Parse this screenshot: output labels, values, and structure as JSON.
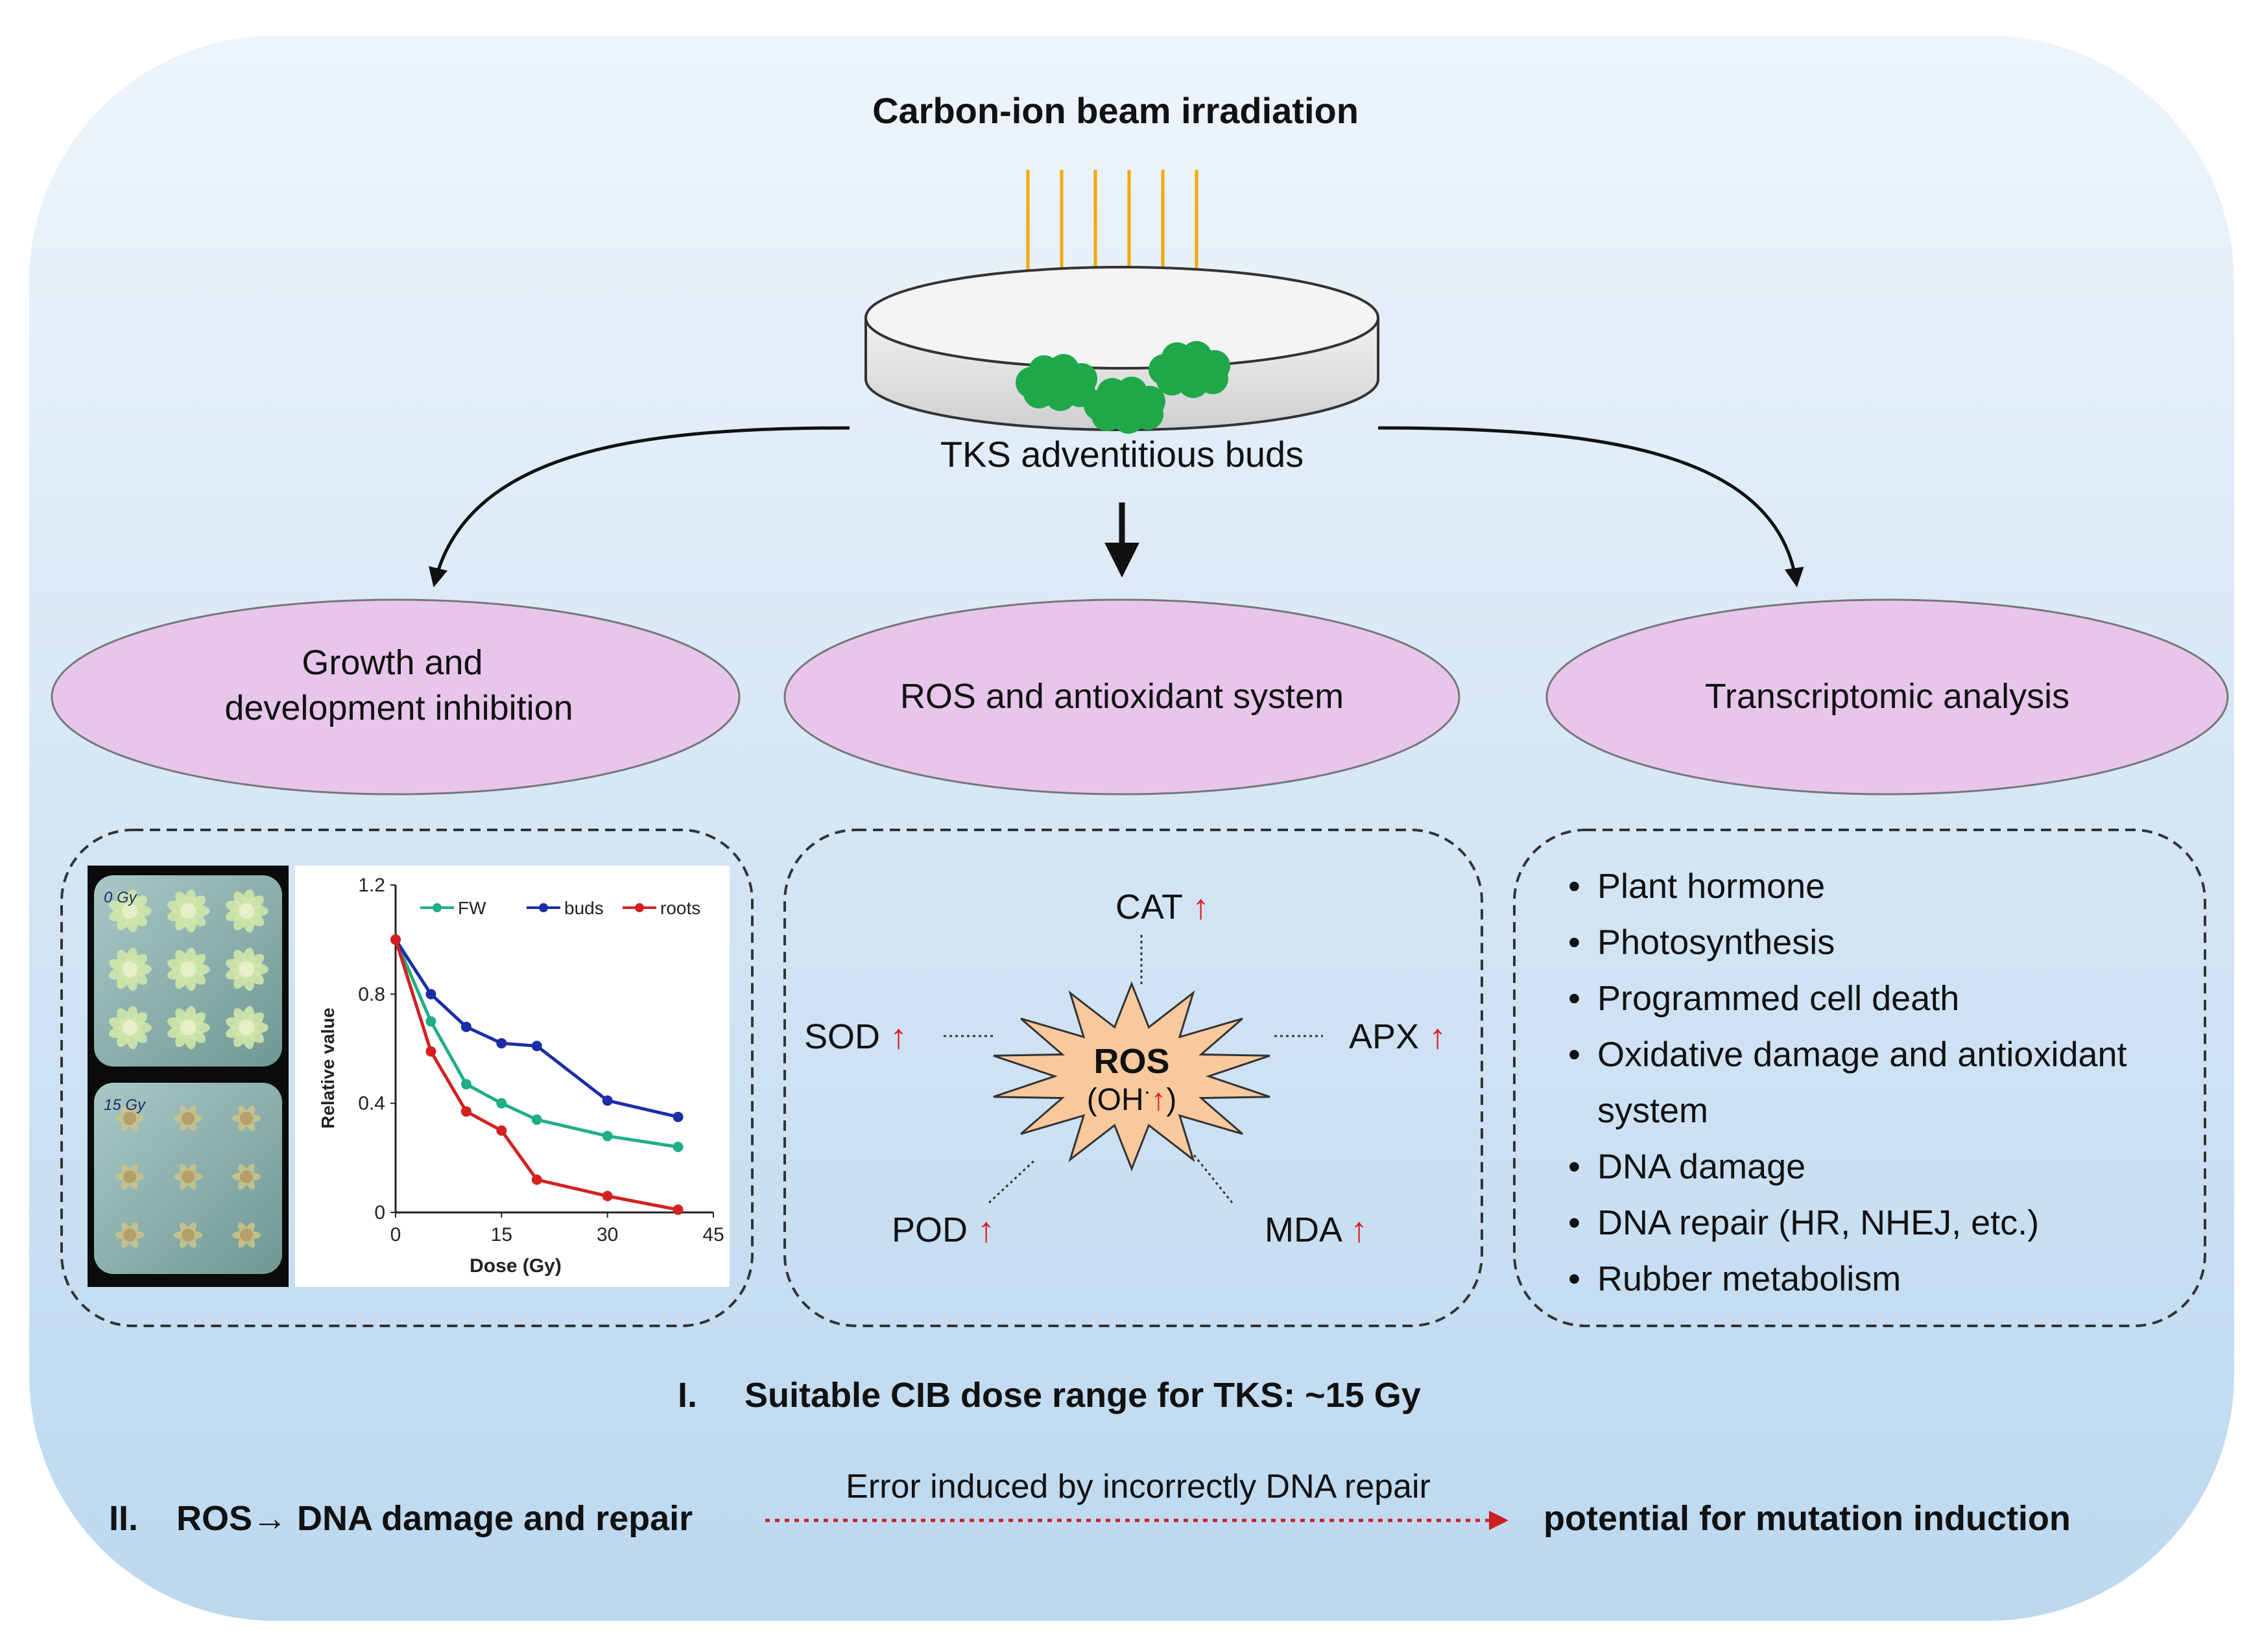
{
  "title": "Carbon-ion beam irradiation",
  "sample_label": "TKS adventitious buds",
  "branches": [
    {
      "label_lines": [
        "Growth and",
        "development inhibition"
      ]
    },
    {
      "label_lines": [
        "ROS and antioxidant system"
      ]
    },
    {
      "label_lines": [
        "Transcriptomic analysis"
      ]
    }
  ],
  "photos": {
    "top_label": "0 Gy",
    "bottom_label": "15 Gy"
  },
  "ros": {
    "center_label": "ROS",
    "center_sub_prefix": "(OH",
    "center_sub_dot": "·",
    "center_sub_suffix": ")",
    "up_arrow": "↑",
    "nodes": [
      {
        "id": "cat",
        "label": "CAT"
      },
      {
        "id": "sod",
        "label": "SOD"
      },
      {
        "id": "apx",
        "label": "APX"
      },
      {
        "id": "pod",
        "label": "POD"
      },
      {
        "id": "mda",
        "label": "MDA"
      }
    ]
  },
  "transcriptome": {
    "items": [
      [
        "Plant hormone"
      ],
      [
        "Photosynthesis"
      ],
      [
        "Programmed cell death"
      ],
      [
        "Oxidative damage and antioxidant",
        "system"
      ],
      [
        "DNA damage"
      ],
      [
        "DNA repair (HR, NHEJ, etc.)"
      ],
      [
        "Rubber metabolism"
      ]
    ]
  },
  "conclusions": {
    "c1_num": "I.",
    "c1_text": "Suitable CIB dose range for TKS: ~15 Gy",
    "c2_num": "II.",
    "c2_left": "ROS→ DNA damage and repair",
    "c2_mid": "Error induced by incorrectly DNA repair",
    "c2_right": "potential for mutation induction"
  },
  "colors": {
    "bg_top": "#eef4fb",
    "bg_bottom": "#bcd8ef",
    "ellipse": "#e8c6ec",
    "beam": "#f5a800",
    "bud": "#1fa84a",
    "up_arrow": "#e02020",
    "star": "#f8c99c",
    "dashed_arrow": "#cc2020",
    "fw": "#1fae88",
    "buds": "#1a2ea8",
    "roots": "#d42020"
  },
  "chart_data": {
    "type": "line",
    "x": [
      0,
      5,
      10,
      15,
      20,
      30,
      40
    ],
    "series": [
      {
        "name": "FW",
        "values": [
          1.0,
          0.7,
          0.47,
          0.4,
          0.34,
          0.28,
          0.24
        ]
      },
      {
        "name": "buds",
        "values": [
          1.0,
          0.8,
          0.68,
          0.62,
          0.61,
          0.41,
          0.35
        ]
      },
      {
        "name": "roots",
        "values": [
          1.0,
          0.59,
          0.37,
          0.3,
          0.12,
          0.06,
          0.01
        ]
      }
    ],
    "xlabel": "Dose (Gy)",
    "ylabel": "Relative value",
    "xlim": [
      0,
      45
    ],
    "ylim": [
      0,
      1.2
    ],
    "xticks": [
      0,
      15,
      30,
      45
    ],
    "yticks": [
      0,
      0.4,
      0.8,
      1.2
    ],
    "grid": false,
    "legend": "top"
  }
}
